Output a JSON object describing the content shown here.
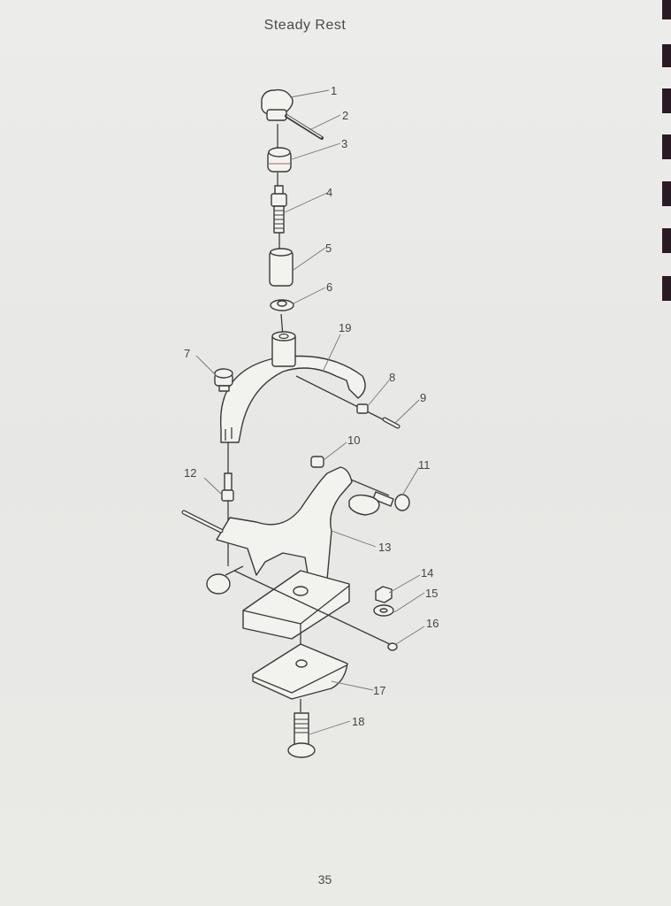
{
  "page": {
    "title": "Steady Rest",
    "page_number": "35"
  },
  "diagram": {
    "type": "exploded-parts-view",
    "callouts": [
      {
        "id": "1",
        "label": "1"
      },
      {
        "id": "2",
        "label": "2"
      },
      {
        "id": "3",
        "label": "3"
      },
      {
        "id": "4",
        "label": "4"
      },
      {
        "id": "5",
        "label": "5"
      },
      {
        "id": "6",
        "label": "6"
      },
      {
        "id": "7",
        "label": "7"
      },
      {
        "id": "8",
        "label": "8"
      },
      {
        "id": "9",
        "label": "9"
      },
      {
        "id": "10",
        "label": "10"
      },
      {
        "id": "11",
        "label": "11"
      },
      {
        "id": "12",
        "label": "12"
      },
      {
        "id": "13",
        "label": "13"
      },
      {
        "id": "14",
        "label": "14"
      },
      {
        "id": "15",
        "label": "15"
      },
      {
        "id": "16",
        "label": "16"
      },
      {
        "id": "17",
        "label": "17"
      },
      {
        "id": "18",
        "label": "18"
      },
      {
        "id": "19",
        "label": "19"
      }
    ]
  }
}
